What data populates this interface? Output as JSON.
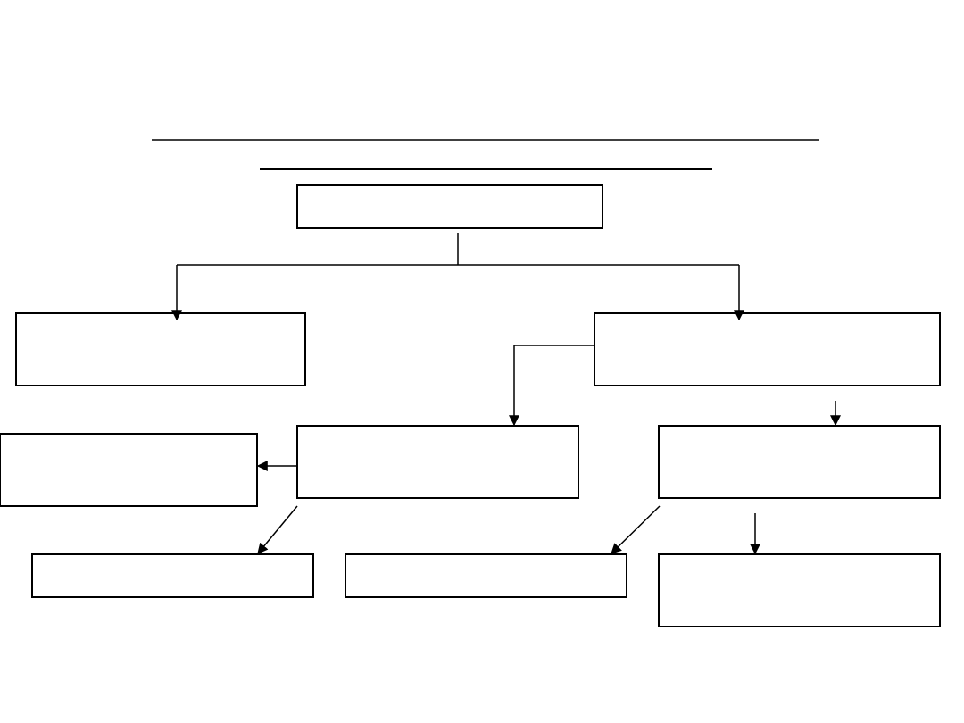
{
  "diagram": {
    "title": "",
    "subtitle": "",
    "colors": {
      "stroke": "#000000",
      "background": "#ffffff"
    },
    "nodes": [
      {
        "id": "root",
        "label": ""
      },
      {
        "id": "left-branch",
        "label": ""
      },
      {
        "id": "right-branch",
        "label": ""
      },
      {
        "id": "middle-node",
        "label": ""
      },
      {
        "id": "right-sub-node",
        "label": ""
      },
      {
        "id": "far-left-node",
        "label": ""
      },
      {
        "id": "bottom-left-node",
        "label": ""
      },
      {
        "id": "bottom-middle-node",
        "label": ""
      },
      {
        "id": "bottom-right-node",
        "label": ""
      }
    ],
    "edges": [
      {
        "from": "root",
        "to": "left-branch"
      },
      {
        "from": "root",
        "to": "right-branch"
      },
      {
        "from": "right-branch",
        "to": "middle-node"
      },
      {
        "from": "right-branch",
        "to": "right-sub-node"
      },
      {
        "from": "middle-node",
        "to": "far-left-node"
      },
      {
        "from": "middle-node",
        "to": "bottom-left-node"
      },
      {
        "from": "right-sub-node",
        "to": "bottom-middle-node"
      },
      {
        "from": "right-sub-node",
        "to": "bottom-right-node"
      }
    ]
  }
}
